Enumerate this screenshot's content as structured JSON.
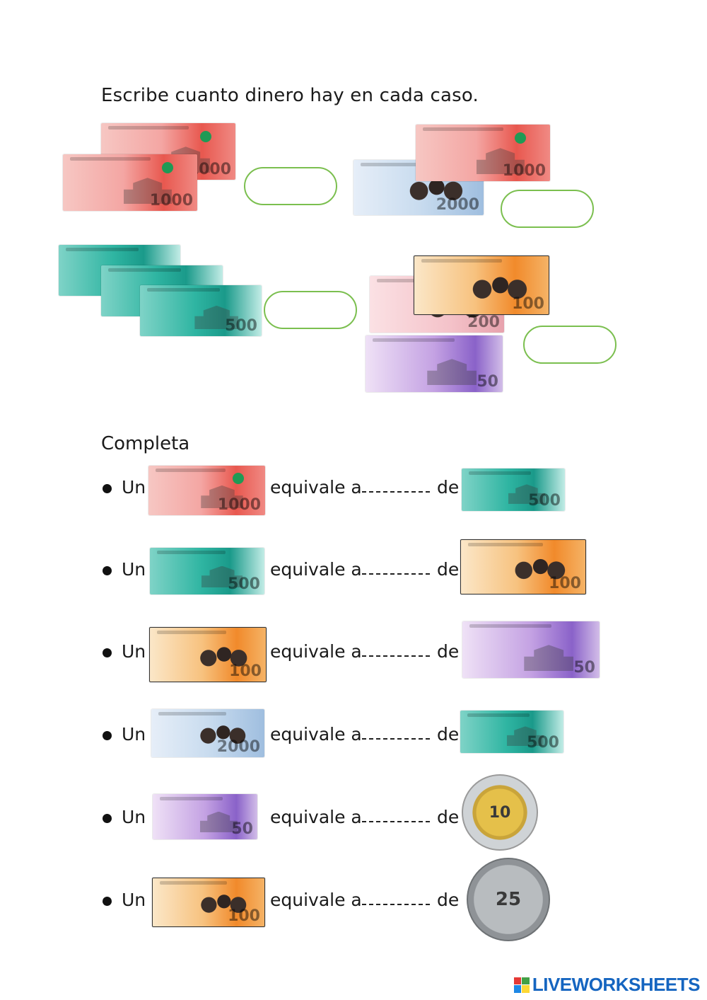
{
  "worksheet": {
    "title": "Escribe cuanto dinero hay en cada caso.",
    "section2_title": "Completa"
  },
  "rows": [
    {
      "un": "Un",
      "equivale": "equivale a",
      "blank": "_________",
      "de": "de"
    },
    {
      "un": "Un",
      "equivale": "equivale a",
      "blank": "_________",
      "de": "de"
    },
    {
      "un": "Un",
      "equivale": "equivale a",
      "blank": "_________",
      "de": "de"
    },
    {
      "un": "Un",
      "equivale": "equivale a",
      "blank": "_________",
      "de": "de"
    },
    {
      "un": "Un",
      "equivale": "equivale a",
      "blank": "_________",
      "de": "de"
    },
    {
      "un": "Un",
      "equivale": "equivale a",
      "blank": "_________",
      "de": "de"
    }
  ],
  "notes": {
    "d1000": "1000",
    "d2000": "2000",
    "d500": "500",
    "d200": "200",
    "d100": "100",
    "d50": "50"
  },
  "coins": {
    "c10": "10",
    "c25": "25"
  },
  "branding": {
    "logo_text": "LIVEWORKSHEETS",
    "colors": [
      "#e53935",
      "#43a047",
      "#1e88e5",
      "#fdd835"
    ]
  }
}
